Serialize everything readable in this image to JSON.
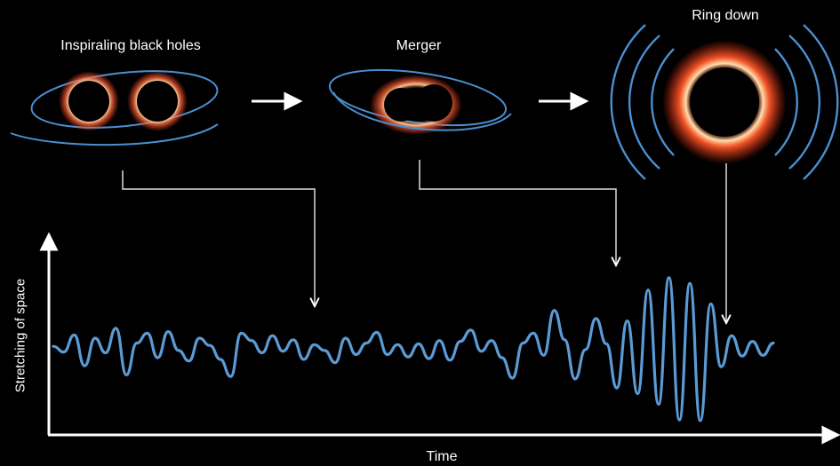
{
  "stages": {
    "inspiral": "Inspiraling black holes",
    "merger": "Merger",
    "ringdown": "Ring down"
  },
  "axes": {
    "x_label": "Time",
    "y_label": "Stretching of space"
  },
  "colors": {
    "background": "#000000",
    "wave": "#5b9bd5",
    "orbit": "#4a8fd0",
    "glow": "#ff6a3d",
    "arrow": "#ffffff"
  },
  "waveform": {
    "description_points": [
      [
        0,
        0.2
      ],
      [
        1,
        -0.5
      ],
      [
        2,
        1.6
      ],
      [
        3,
        -2.2
      ],
      [
        4,
        1.2
      ],
      [
        5,
        -0.6
      ],
      [
        6,
        2.4
      ],
      [
        7,
        -3.3
      ],
      [
        8,
        0.6
      ],
      [
        9,
        1.8
      ],
      [
        10,
        -1.2
      ],
      [
        11,
        2.0
      ],
      [
        12,
        -0.3
      ],
      [
        13,
        -1.6
      ],
      [
        14,
        1.2
      ],
      [
        15,
        0.3
      ],
      [
        16,
        -1.4
      ],
      [
        17,
        -3.5
      ],
      [
        18,
        1.8
      ],
      [
        19,
        0.9
      ],
      [
        20,
        -0.6
      ],
      [
        21,
        1.5
      ],
      [
        22,
        -0.4
      ],
      [
        23,
        1.0
      ],
      [
        24,
        -1.4
      ],
      [
        25,
        0.4
      ],
      [
        26,
        -0.3
      ],
      [
        27,
        -1.8
      ],
      [
        28,
        1.2
      ],
      [
        29,
        -0.8
      ],
      [
        30,
        0.6
      ],
      [
        31,
        1.9
      ],
      [
        32,
        -0.8
      ],
      [
        33,
        0.4
      ],
      [
        34,
        -1.1
      ],
      [
        35,
        0.5
      ],
      [
        36,
        -1.3
      ],
      [
        37,
        0.9
      ],
      [
        38,
        -1.5
      ],
      [
        39,
        0.8
      ],
      [
        40,
        2.2
      ],
      [
        41,
        -0.4
      ],
      [
        42,
        0.9
      ],
      [
        43,
        -1.2
      ],
      [
        44,
        -3.7
      ],
      [
        45,
        0.6
      ],
      [
        46,
        1.8
      ],
      [
        47,
        -0.9
      ],
      [
        48,
        4.6
      ],
      [
        49,
        1.0
      ],
      [
        50,
        -3.8
      ],
      [
        51,
        -0.2
      ],
      [
        52,
        3.6
      ],
      [
        53,
        0.5
      ],
      [
        54,
        -4.9
      ],
      [
        55,
        3.3
      ],
      [
        56,
        -5.6
      ],
      [
        57,
        7.1
      ],
      [
        58,
        -6.9
      ],
      [
        59,
        8.6
      ],
      [
        60,
        -8.8
      ],
      [
        61,
        7.9
      ],
      [
        62,
        -8.9
      ],
      [
        63,
        5.4
      ],
      [
        64,
        -2.3
      ],
      [
        65,
        1.5
      ],
      [
        66,
        -1.0
      ],
      [
        67,
        0.8
      ],
      [
        68,
        -0.9
      ],
      [
        69,
        0.6
      ]
    ]
  }
}
